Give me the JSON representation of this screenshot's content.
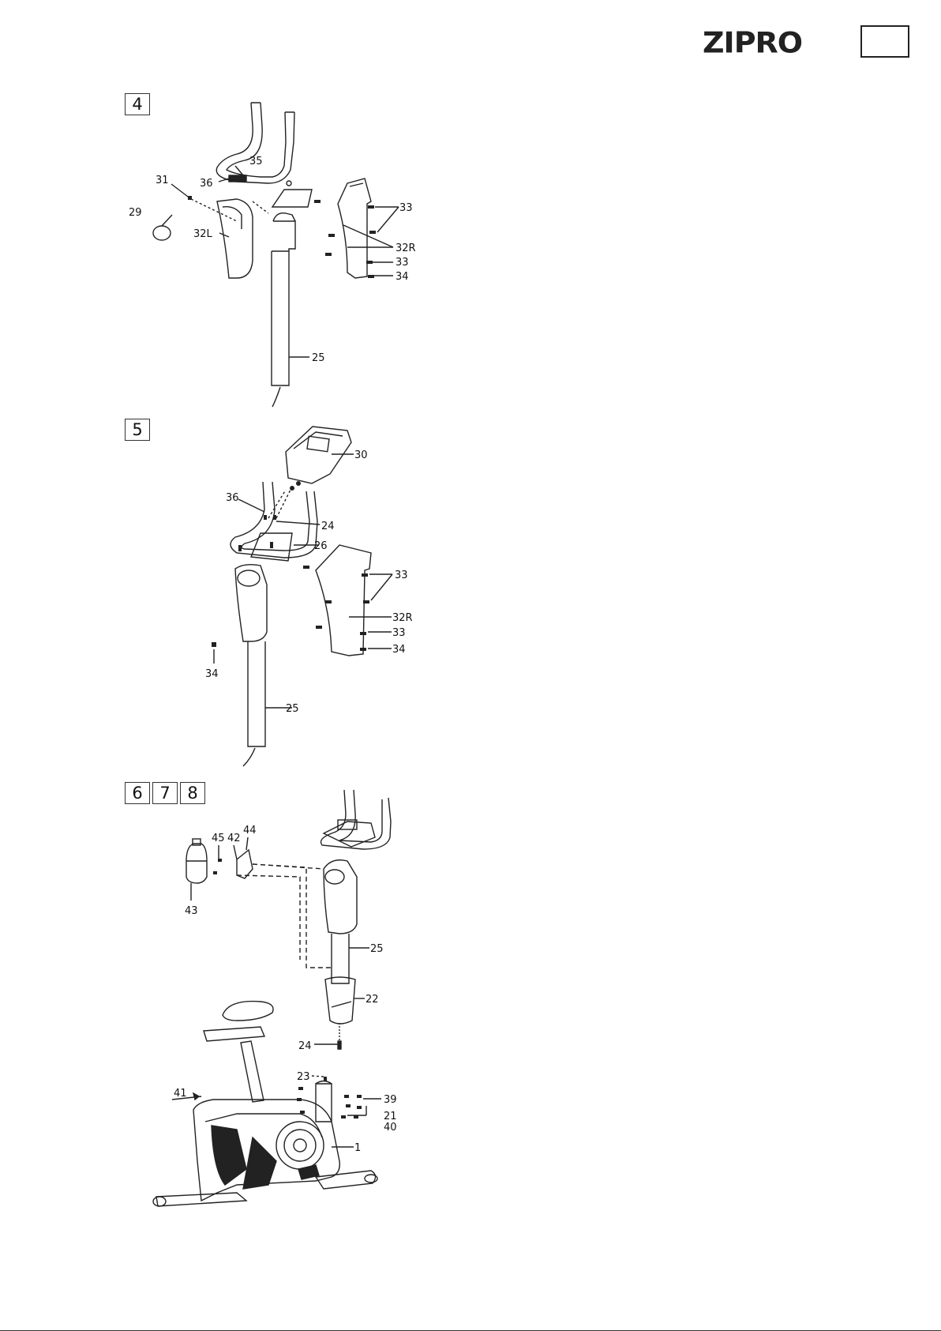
{
  "header": {
    "brand": "ZIPRO",
    "page_number": ""
  },
  "steps": {
    "step4": {
      "number": "4"
    },
    "step5": {
      "number": "5"
    },
    "step678": [
      "6",
      "7",
      "8"
    ]
  },
  "callouts": {
    "s4": {
      "c35": "35",
      "c36": "36",
      "c31": "31",
      "c29": "29",
      "c32L": "32L",
      "c33a": "33",
      "c32R": "32R",
      "c33b": "33",
      "c34": "34",
      "c25": "25"
    },
    "s5": {
      "c30": "30",
      "c36": "36",
      "c24": "24",
      "c26": "26",
      "c33a": "33",
      "c32R": "32R",
      "c33b": "33",
      "c34a": "34",
      "c34b": "34",
      "c25": "25"
    },
    "s6": {
      "c45": "45",
      "c42": "42",
      "c44": "44",
      "c43": "43",
      "c25": "25",
      "c22": "22",
      "c24": "24",
      "c23": "23",
      "c41": "41",
      "c39": "39",
      "c21": "21",
      "c40": "40",
      "c1": "1"
    }
  }
}
